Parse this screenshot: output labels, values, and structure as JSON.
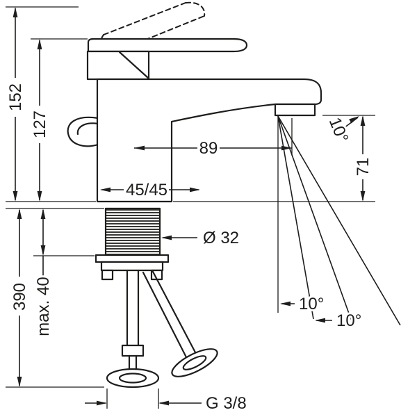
{
  "drawing": {
    "kind": "technical dimension drawing",
    "subject": "single-lever basin mixer faucet",
    "line_color": "#1d1d1b",
    "background_color": "#ffffff"
  },
  "labels": {
    "total_height": "152",
    "handle_height": "127",
    "spout_reach": "89",
    "spout_height": "71",
    "handle_angle": "45/45",
    "shaft_diameter": "Ø 32",
    "hose_length": "390",
    "max_deck_thickness": "max. 40",
    "spout_angle": "10°",
    "angle_label_1": "10°",
    "angle_label_2": "10°",
    "connection_thread": "G 3/8"
  }
}
